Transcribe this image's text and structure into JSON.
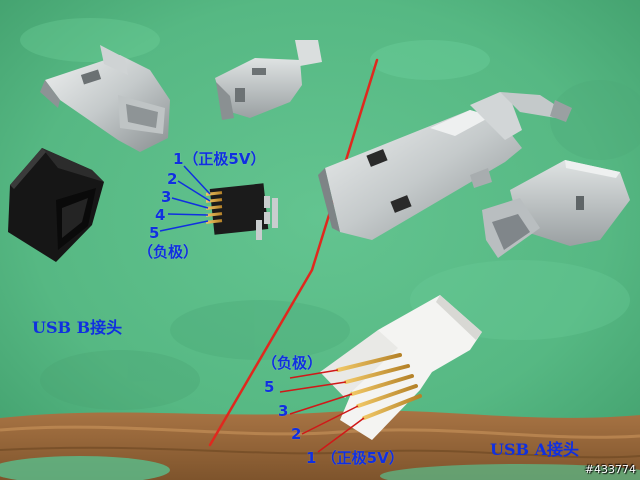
{
  "photo": {
    "subject": "usb-connector-parts-on-green-cutting-mat",
    "colors": {
      "mat_green": "#56b883",
      "mat_green_dark": "#3f9c6a",
      "wood_brown": "#9a6a3a",
      "divider_red": "#e0281e",
      "label_blue": "#1030e0",
      "metal_light": "#d8dcdc",
      "metal_dark": "#7c8284",
      "plastic_black": "#141414",
      "plastic_white": "#f4f4f2",
      "gold": "#d6a23a"
    }
  },
  "usb_b": {
    "title": "USB B接头",
    "pin_labels": [
      "1（正极5V）",
      "2",
      "3",
      "4",
      "5",
      "（负极）"
    ]
  },
  "usb_a": {
    "title": "USB A接头",
    "pin_labels": [
      "（负极）",
      "5",
      "3",
      "2",
      "1 （正极5V）"
    ]
  },
  "watermark": "#433774"
}
